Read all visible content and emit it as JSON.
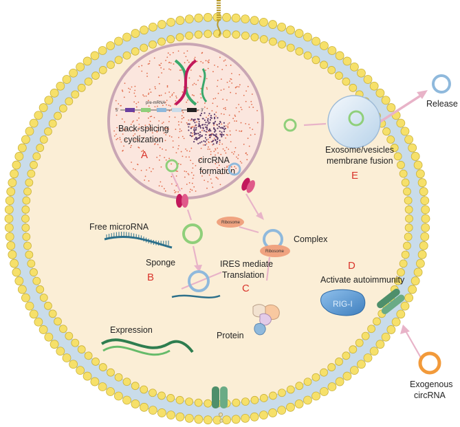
{
  "colors": {
    "cytoplasm": "#fbeed6",
    "membrane_head": "#f6e06a",
    "membrane_tail": "#c9dcea",
    "nucleus": "#fbe6de",
    "nucleus_dots": "#e06a4a",
    "accent_letter": "#d9342b",
    "arrow": "#e8b3c8",
    "ring_green": "#8fcf7a",
    "ring_blue": "#8fb9dc",
    "ring_orange": "#f29a3a",
    "rig_i": "#5b9bd5",
    "channel": "#c2185b",
    "transmembrane": "#4e8f6b"
  },
  "labels": {
    "pre_mrna": "pre-mRNA",
    "five_prime": "5'",
    "three_prime": "3'",
    "back_splicing": "Back-splicing",
    "cyclization": "cyclization",
    "letter_a": "A",
    "circrna": "circRNA",
    "formation": "formation",
    "free_microrna": "Free microRNA",
    "sponge": "Sponge",
    "letter_b": "B",
    "expression": "Expression",
    "ribosome_1": "Ribosome",
    "ribosome_2": "Ribosome",
    "complex": "Complex",
    "ires_mediate": "IRES mediate",
    "translation": "Translation",
    "letter_c": "C",
    "protein": "Protein",
    "letter_d": "D",
    "activate_autoimmunity": "Activate autoimmunity",
    "rig_i": "RIG-I",
    "exosome_vesicles": "Exosome/vesicles",
    "membrane_fusion": "membrane fusion",
    "letter_e": "E",
    "release": "Release",
    "exogenous": "Exogenous",
    "exogenous_circrna": "circRNA"
  },
  "icons": [
    "circrna-ring-icon",
    "ribosome-icon",
    "rig-i-icon",
    "protein-icon",
    "dna-helix-icon",
    "chromatin-icon",
    "nuclear-pore-icon",
    "microrna-icon",
    "mrna-helix-icon",
    "exosome-icon",
    "transmembrane-channel-icon"
  ]
}
